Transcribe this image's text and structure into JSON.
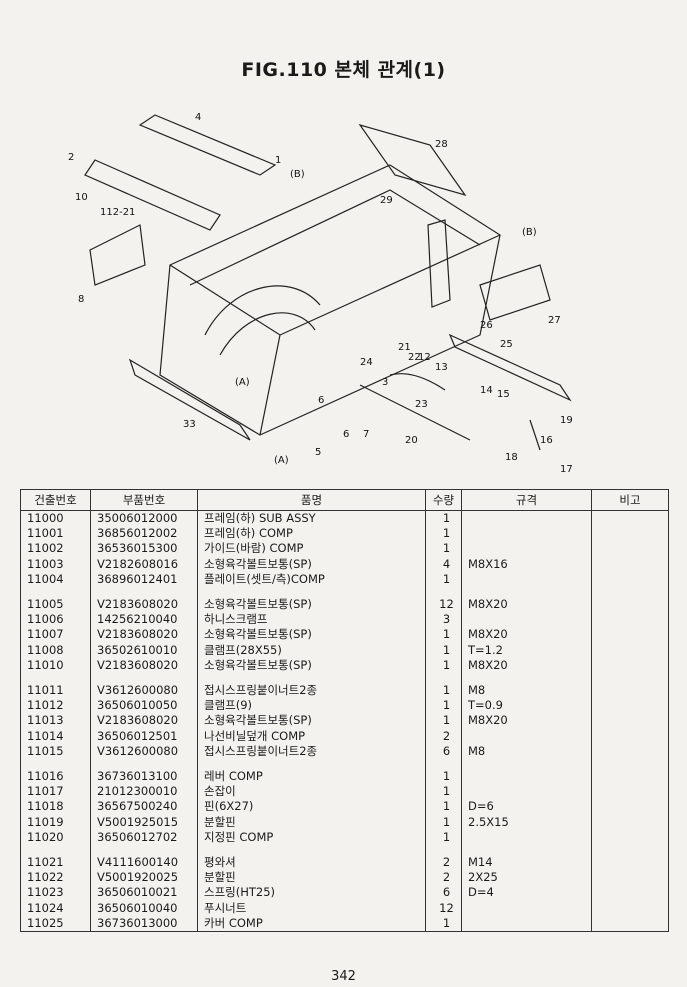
{
  "title": "FIG.110 본체 관계(1)",
  "page_number": "342",
  "callouts": [
    "1",
    "2",
    "4",
    "5",
    "6",
    "6",
    "7",
    "8",
    "10",
    "112-21",
    "12",
    "13",
    "14",
    "15",
    "16",
    "17",
    "18",
    "19",
    "20",
    "21",
    "22",
    "23",
    "24",
    "25",
    "26",
    "27",
    "28",
    "29",
    "33",
    "B",
    "B",
    "A",
    "A"
  ],
  "table": {
    "headers": [
      "건출번호",
      "부품번호",
      "품명",
      "수량",
      "규격",
      "비고"
    ],
    "rows": [
      [
        "11000",
        "35006012000",
        "프레임(하) SUB ASSY",
        "1",
        "",
        ""
      ],
      [
        "11001",
        "36856012002",
        "프레임(하) COMP",
        "1",
        "",
        ""
      ],
      [
        "11002",
        "36536015300",
        "가이드(바람) COMP",
        "1",
        "",
        ""
      ],
      [
        "11003",
        "V2182608016",
        "소형육각볼트보통(SP)",
        "4",
        "M8X16",
        ""
      ],
      [
        "11004",
        "36896012401",
        "플레이트(셋트/측)COMP",
        "1",
        "",
        ""
      ],
      [
        "",
        "",
        "",
        "",
        "",
        ""
      ],
      [
        "11005",
        "V2183608020",
        "소형육각볼트보통(SP)",
        "12",
        "M8X20",
        ""
      ],
      [
        "11006",
        "14256210040",
        "하니스크램프",
        "3",
        "",
        ""
      ],
      [
        "11007",
        "V2183608020",
        "소형육각볼트보통(SP)",
        "1",
        "M8X20",
        ""
      ],
      [
        "11008",
        "36502610010",
        "클램프(28X55)",
        "1",
        "T=1.2",
        ""
      ],
      [
        "11010",
        "V2183608020",
        "소형육각볼트보통(SP)",
        "1",
        "M8X20",
        ""
      ],
      [
        "",
        "",
        "",
        "",
        "",
        ""
      ],
      [
        "11011",
        "V3612600080",
        "접시스프링붙이너트2종",
        "1",
        "M8",
        ""
      ],
      [
        "11012",
        "36506010050",
        "클램프(9)",
        "1",
        "T=0.9",
        ""
      ],
      [
        "11013",
        "V2183608020",
        "소형육각볼트보통(SP)",
        "1",
        "M8X20",
        ""
      ],
      [
        "11014",
        "36506012501",
        "나선비닐덮개 COMP",
        "2",
        "",
        ""
      ],
      [
        "11015",
        "V3612600080",
        "접시스프링붙이너트2종",
        "6",
        "M8",
        ""
      ],
      [
        "",
        "",
        "",
        "",
        "",
        ""
      ],
      [
        "11016",
        "36736013100",
        "레버 COMP",
        "1",
        "",
        ""
      ],
      [
        "11017",
        "21012300010",
        "손잡이",
        "1",
        "",
        ""
      ],
      [
        "11018",
        "36567500240",
        "핀(6X27)",
        "1",
        "D=6",
        ""
      ],
      [
        "11019",
        "V5001925015",
        "분할핀",
        "1",
        "2.5X15",
        ""
      ],
      [
        "11020",
        "36506012702",
        "지정핀 COMP",
        "1",
        "",
        ""
      ],
      [
        "",
        "",
        "",
        "",
        "",
        ""
      ],
      [
        "11021",
        "V4111600140",
        "평와셔",
        "2",
        "M14",
        ""
      ],
      [
        "11022",
        "V5001920025",
        "분할핀",
        "2",
        "2X25",
        ""
      ],
      [
        "11023",
        "36506010021",
        "스프링(HT25)",
        "6",
        "D=4",
        ""
      ],
      [
        "11024",
        "36506010040",
        "푸시너트",
        "12",
        "",
        ""
      ],
      [
        "11025",
        "36736013000",
        "카버 COMP",
        "1",
        "",
        ""
      ]
    ]
  }
}
